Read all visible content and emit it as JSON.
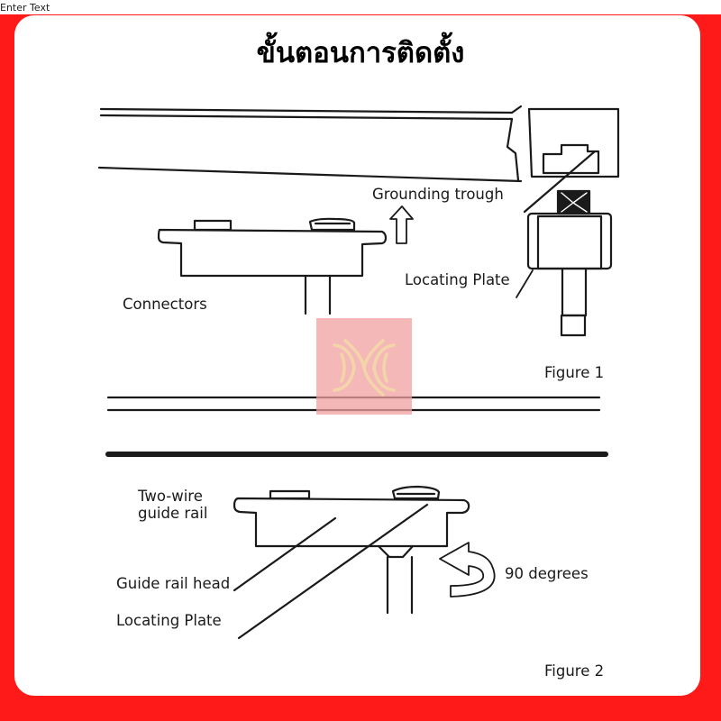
{
  "header": {
    "corner_text": "Enter Text",
    "title": "ขั้นตอนการติดตั้ง"
  },
  "figure1": {
    "caption": "Figure 1",
    "labels": {
      "grounding_trough": "Grounding trough",
      "connectors": "Connectors",
      "locating_plate": "Locating Plate"
    }
  },
  "figure2": {
    "caption": "Figure 2",
    "labels": {
      "two_wire_guide_rail": "Two-wire guide rail",
      "guide_rail_head": "Guide rail head",
      "locating_plate": "Locating Plate",
      "rotation": "90 degrees"
    }
  },
  "colors": {
    "frame": "#ff1a1a",
    "line": "#1a1a1a",
    "watermark_bg": "#f0a0a0",
    "watermark_mark": "#f3d9a8"
  },
  "icons": {
    "watermark": "logo-watermark-icon",
    "rotate_arrow": "curved-arrow-icon",
    "up_arrow": "up-arrow-icon"
  }
}
